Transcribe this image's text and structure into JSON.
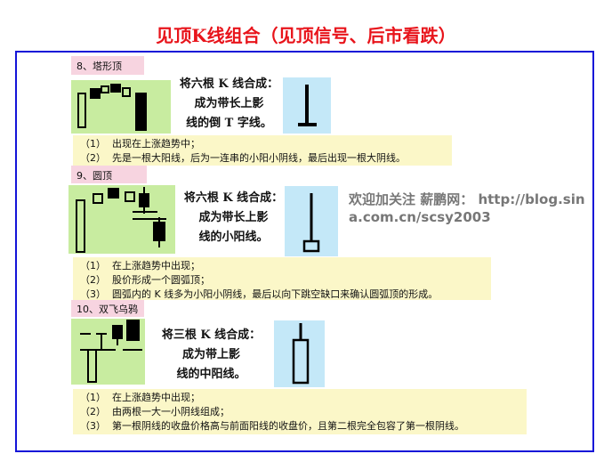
{
  "title": "见顶K线组合（见顶信号、后市看跌）",
  "sections": [
    {
      "label": "8、塔形顶",
      "desc": [
        "将六根 K 线合成：",
        "成为带长上影",
        "线的倒 T 字线。"
      ],
      "points": [
        [
          "（1）",
          "出现在上涨趋势中；"
        ],
        [
          "（2）",
          "先是一根大阳线，后为一连串的小阳小阴线，最后出现一根大阴线。"
        ]
      ]
    },
    {
      "label": "9、圆顶",
      "desc": [
        "将六根 K 线合成：",
        "成为带长上影",
        "线的小阳线。"
      ],
      "points": [
        [
          "（1）",
          "在上涨趋势中出现；"
        ],
        [
          "（2）",
          "股价形成一个圆弧顶；"
        ],
        [
          "（3）",
          "圆弧内的 K 线多为小阳小阴线，最后以向下跳空缺口来确认圆弧顶的形成。"
        ]
      ]
    },
    {
      "label": "10、双飞乌鸦",
      "desc": [
        "将三根 K 线合成：",
        "成为带上影",
        "线的中阳线。"
      ],
      "points": [
        [
          "（1）",
          "在上涨趋势中出现；"
        ],
        [
          "（2）",
          "由两根一大一小阴线组成；"
        ],
        [
          "（3）",
          "第一根阴线的收盘价格高与前面阳线的收盘价，且第二根完全包容了第一根阴线。"
        ]
      ]
    }
  ],
  "watermark": "欢迎加关注 薪鹏网： http://blog.sina.com.cn/scsy2003",
  "colors": {
    "title": "#e8141b",
    "frame": "#1414d8",
    "label_bg": "#f7d4e0",
    "chart_bg": "#c8eca0",
    "result_bg": "#c4e8f8",
    "list_bg": "#fbf7c8"
  }
}
